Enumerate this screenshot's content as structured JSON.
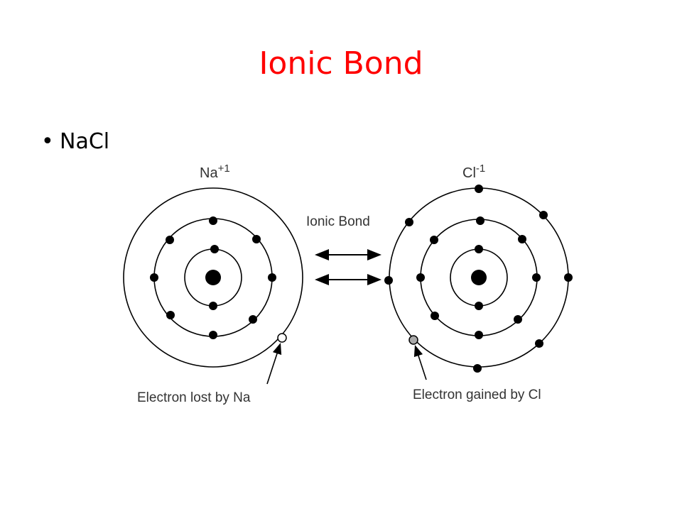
{
  "slide": {
    "title": "Ionic Bond",
    "title_color": "#ff0000",
    "bullets": [
      "NaCl"
    ]
  },
  "diagram": {
    "na_label": "Na",
    "na_charge": "+1",
    "cl_label": "Cl",
    "cl_charge": "-1",
    "bond_label": "Ionic Bond",
    "lost_label": "Electron lost by Na",
    "gained_label": "Electron gained by Cl",
    "na_electron_shells": [
      2,
      8,
      0
    ],
    "cl_electron_shells": [
      2,
      8,
      8
    ],
    "transferred_electron_color": "#aaaaaa"
  }
}
